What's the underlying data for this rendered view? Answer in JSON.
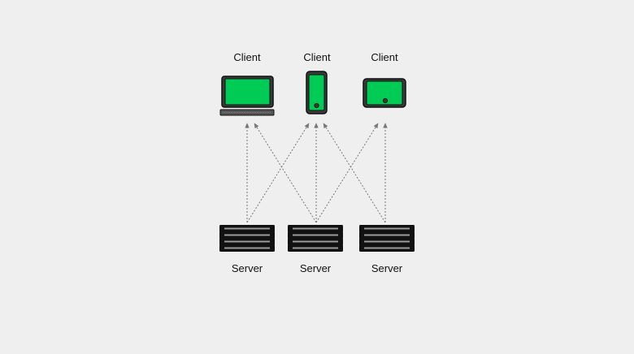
{
  "colors": {
    "background": "#efefef",
    "screen": "#00cc55",
    "device_body": "#3a3a3a",
    "outline": "#111111",
    "arrow": "#777777",
    "server_slot": "#9a9a9a"
  },
  "clients": [
    {
      "label": "Client",
      "icon": "laptop-icon"
    },
    {
      "label": "Client",
      "icon": "phone-icon"
    },
    {
      "label": "Client",
      "icon": "tablet-icon"
    }
  ],
  "servers": [
    {
      "label": "Server",
      "icon": "server-rack-icon"
    },
    {
      "label": "Server",
      "icon": "server-rack-icon"
    },
    {
      "label": "Server",
      "icon": "server-rack-icon"
    }
  ],
  "connections": [
    {
      "from": "server-1",
      "to": "client-1"
    },
    {
      "from": "server-1",
      "to": "client-2"
    },
    {
      "from": "server-2",
      "to": "client-1"
    },
    {
      "from": "server-2",
      "to": "client-2"
    },
    {
      "from": "server-2",
      "to": "client-3"
    },
    {
      "from": "server-3",
      "to": "client-2"
    },
    {
      "from": "server-3",
      "to": "client-3"
    }
  ],
  "edge_style": "dotted-arrow"
}
